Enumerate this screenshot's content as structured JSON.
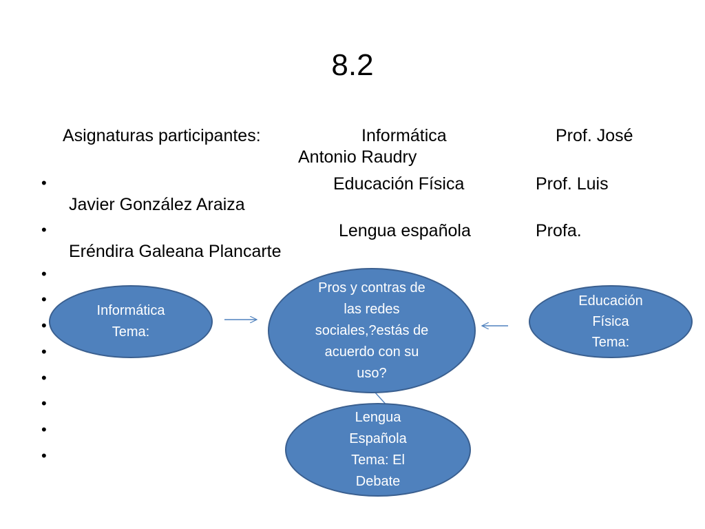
{
  "slide": {
    "title": "8.2",
    "body_lines": [
      "Asignaturas participantes:",
      "Informática",
      "Prof.  José",
      "Antonio Raudry",
      "Educación Física",
      "Prof. Luis",
      "Javier  González Araiza",
      "Lengua española",
      "Profa.",
      "Eréndira Galeana Plancarte"
    ],
    "bullet_glyph": "•"
  },
  "diagram": {
    "nodes": [
      {
        "id": "informatica",
        "text": "Informática\nTema:"
      },
      {
        "id": "center",
        "text": "Pros y contras de\nlas redes\nsociales,?estás de\nacuerdo con su\nuso?"
      },
      {
        "id": "educacion",
        "text": "Educación\nFísica\nTema:"
      },
      {
        "id": "lengua",
        "text": "Lengua\nEspañola\nTema: El\nDebate"
      }
    ],
    "colors": {
      "fill": "#4f81bd",
      "stroke": "#3a5f8f",
      "arrow": "#4f81bd",
      "text": "#ffffff"
    }
  }
}
